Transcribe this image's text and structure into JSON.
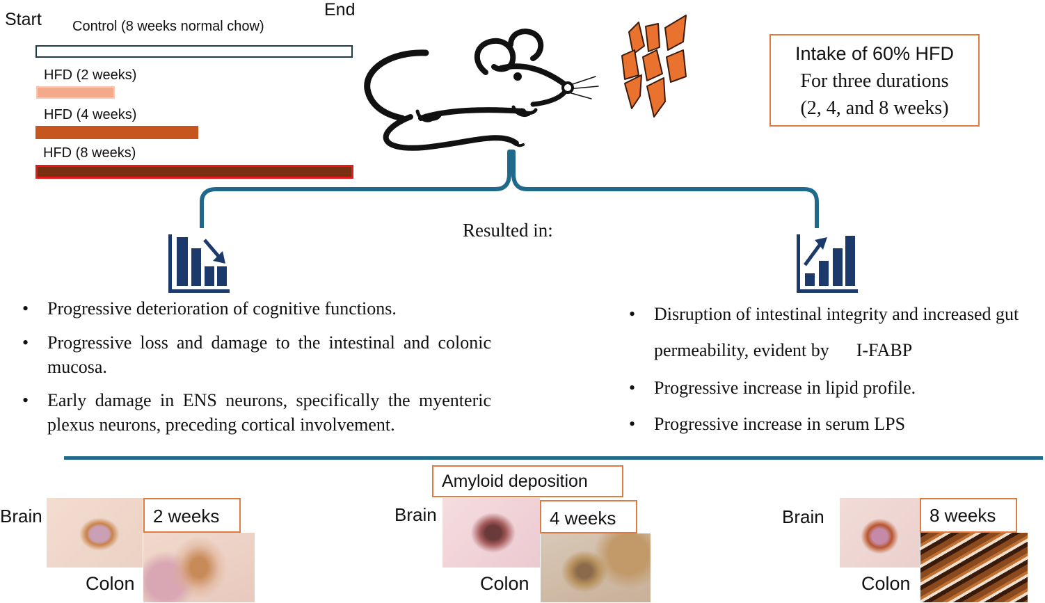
{
  "timeline": {
    "start_label": "Start",
    "end_label": "End",
    "bars": [
      {
        "label": "Control (8 weeks normal chow)",
        "weeks": 8,
        "fill": "#ffffff",
        "border": "#1e3a44"
      },
      {
        "label": "HFD (2 weeks)",
        "weeks": 2,
        "fill": "#f4a98a",
        "border": "#f8c9b3"
      },
      {
        "label": "HFD (4 weeks)",
        "weeks": 4,
        "fill": "#c4561e",
        "border": "#c4561e"
      },
      {
        "label": "HFD (8 weeks)",
        "weeks": 8,
        "fill": "#7a2e12",
        "border": "#e31b1b"
      }
    ]
  },
  "intake_box": {
    "lines": [
      "Intake of 60% HFD",
      "For three durations",
      "(2, 4, and 8 weeks)"
    ]
  },
  "resulted_in": "Resulted in:",
  "left_findings": [
    "Progressive deterioration of cognitive functions.",
    "Progressive loss and damage to the intestinal and colonic mucosa.",
    "Early damage in ENS neurons, specifically the myenteric plexus neurons, preceding cortical involvement."
  ],
  "right_findings": [
    "Disruption of intestinal integrity and increased gut permeability, evident by      I-FABP",
    "Progressive increase in lipid profile.",
    "Progressive increase in serum LPS"
  ],
  "bullet": "•",
  "amyloid_label": "Amyloid deposition",
  "panels": [
    {
      "brain": "Brain",
      "colon": "Colon",
      "duration": "2 weeks"
    },
    {
      "brain": "Brain",
      "colon": "Colon",
      "duration": "4 weeks"
    },
    {
      "brain": "Brain",
      "colon": "Colon",
      "duration": "8 weeks"
    }
  ],
  "icons": [
    "mouse-icon",
    "food-pellets-icon",
    "bar-chart-decrease-icon",
    "bar-chart-increase-icon"
  ],
  "colors": {
    "accent_blue": "#1f6a8a",
    "icon_navy": "#1b3a6b",
    "orange": "#e07a3f"
  }
}
